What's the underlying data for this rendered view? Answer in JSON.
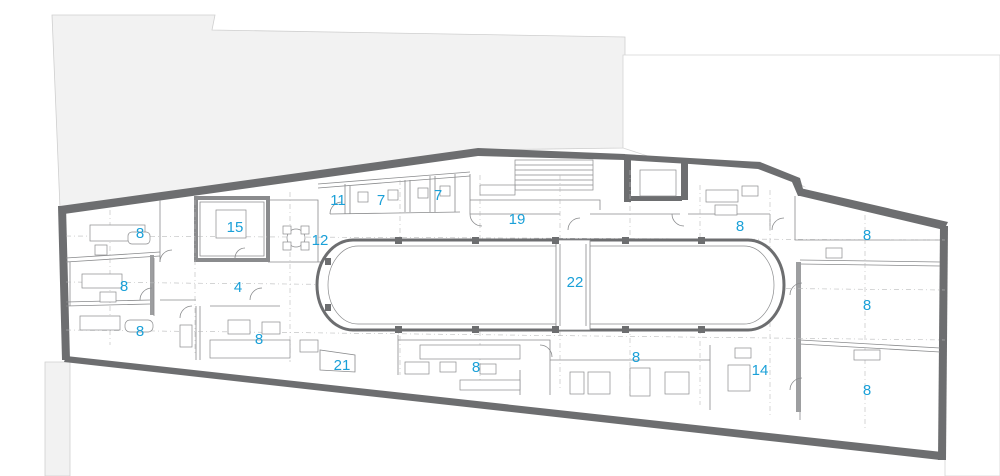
{
  "rooms": {
    "r_8_a": "8",
    "r_15": "15",
    "r_12": "12",
    "r_11": "11",
    "r_7_a": "7",
    "r_7_b": "7",
    "r_19": "19",
    "r_8_b": "8",
    "r_8_c": "8",
    "r_8_d": "8",
    "r_4": "4",
    "r_22": "22",
    "r_8_e": "8",
    "r_8_f": "8",
    "r_8_g": "8",
    "r_21": "21",
    "r_8_h": "8",
    "r_8_i": "8",
    "r_14": "14",
    "r_8_j": "8"
  },
  "colors": {
    "label": "#1aa0d8",
    "wall": "#6d6e70",
    "neighbor": "#f2f2f2"
  }
}
